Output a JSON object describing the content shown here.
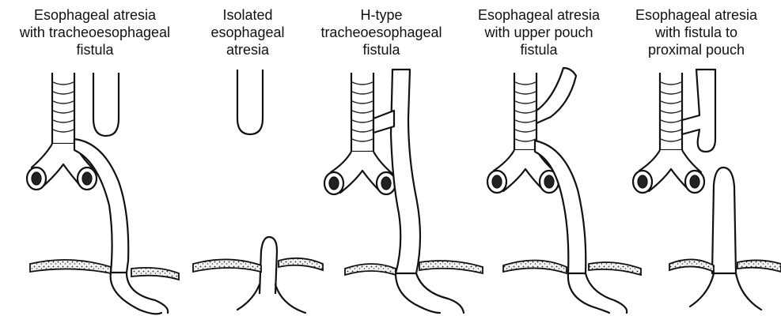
{
  "figure": {
    "panels": [
      {
        "label_lines": [
          "Esophageal atresia",
          "with tracheoesophageal",
          "fistula"
        ]
      },
      {
        "label_lines": [
          "Isolated",
          "esophageal",
          "atresia"
        ]
      },
      {
        "label_lines": [
          "H-type",
          "tracheoesophageal",
          "fistula"
        ]
      },
      {
        "label_lines": [
          "Esophageal atresia",
          "with upper pouch",
          "fistula"
        ]
      },
      {
        "label_lines": [
          "Esophageal atresia",
          "with fistula to",
          "proximal pouch"
        ]
      }
    ]
  }
}
